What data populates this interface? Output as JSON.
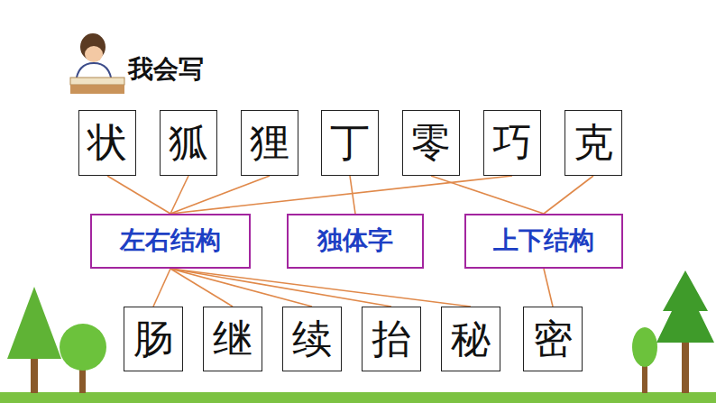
{
  "diagram": {
    "title": "我会写",
    "nodes": [
      {
        "text": [
          "状"
        ]
      },
      {
        "text": [
          "狐"
        ]
      },
      {
        "text": [
          "狸"
        ]
      },
      {
        "text": [
          "丁"
        ]
      },
      {
        "text": [
          "零"
        ]
      },
      {
        "text": [
          "巧"
        ]
      },
      {
        "text": [
          "克"
        ]
      },
      {
        "text": [
          "左右结构"
        ]
      },
      {
        "text": [
          "独体字"
        ]
      },
      {
        "text": [
          "上下结构"
        ]
      },
      {
        "text": [
          "肠"
        ]
      },
      {
        "text": [
          "继"
        ]
      },
      {
        "text": [
          "续"
        ]
      },
      {
        "text": [
          "抬"
        ]
      },
      {
        "text": [
          "秘"
        ]
      },
      {
        "text": [
          "密"
        ]
      }
    ],
    "edges": [
      {
        "from": 0,
        "to": 7,
        "arrow": "none"
      },
      {
        "from": 1,
        "to": 7,
        "arrow": "none"
      },
      {
        "from": 2,
        "to": 7,
        "arrow": "none"
      },
      {
        "from": 5,
        "to": 7,
        "arrow": "none"
      },
      {
        "from": 3,
        "to": 8,
        "arrow": "none"
      },
      {
        "from": 4,
        "to": 9,
        "arrow": "none"
      },
      {
        "from": 6,
        "to": 9,
        "arrow": "none"
      },
      {
        "from": 7,
        "to": 10,
        "arrow": "none"
      },
      {
        "from": 7,
        "to": 11,
        "arrow": "none"
      },
      {
        "from": 7,
        "to": 12,
        "arrow": "none"
      },
      {
        "from": 7,
        "to": 13,
        "arrow": "none"
      },
      {
        "from": 7,
        "to": 14,
        "arrow": "none"
      },
      {
        "from": 9,
        "to": 15,
        "arrow": "none"
      }
    ]
  }
}
